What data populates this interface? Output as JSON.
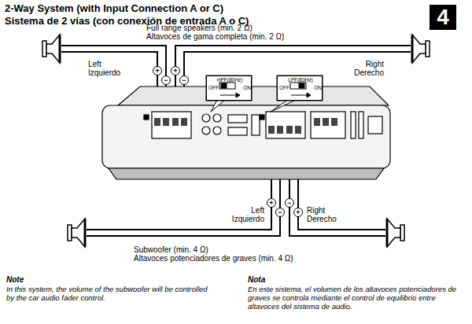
{
  "diagram": {
    "title": "2-Way System (with Input Connection A or C)",
    "nodes": [
      {
        "text": [
          "4"
        ]
      },
      {
        "text": [
          "HPF(80Hz)",
          "OFF",
          "ON"
        ]
      },
      {
        "text": [
          "LPF(80Hz)",
          "OFF",
          "ON"
        ]
      }
    ],
    "labels": [
      "Sistema de 2 vías (con conexión de entrada A o C)",
      "Full range speakers (min. 2 Ω)",
      "Altavoces de gama completa (min. 2 Ω)",
      "Left",
      "Izquierdo",
      "Right",
      "Derecho",
      "+",
      "−",
      "+",
      "−",
      "+",
      "−",
      "−",
      "+",
      "Left",
      "Izquierdo",
      "Right",
      "Derecho",
      "Subwoofer (min. 4 Ω)",
      "Altavoces potenciadores de graves (min. 4 Ω)",
      "Note",
      "In this system, the volume of the subwoofer will be controlled by the car audio fader control.",
      "Nota",
      "En este sistema, el volumen de los altavoces potenciadores de graves se controla mediante el control de equilibrio entre altavoces del sistema de audio."
    ]
  }
}
